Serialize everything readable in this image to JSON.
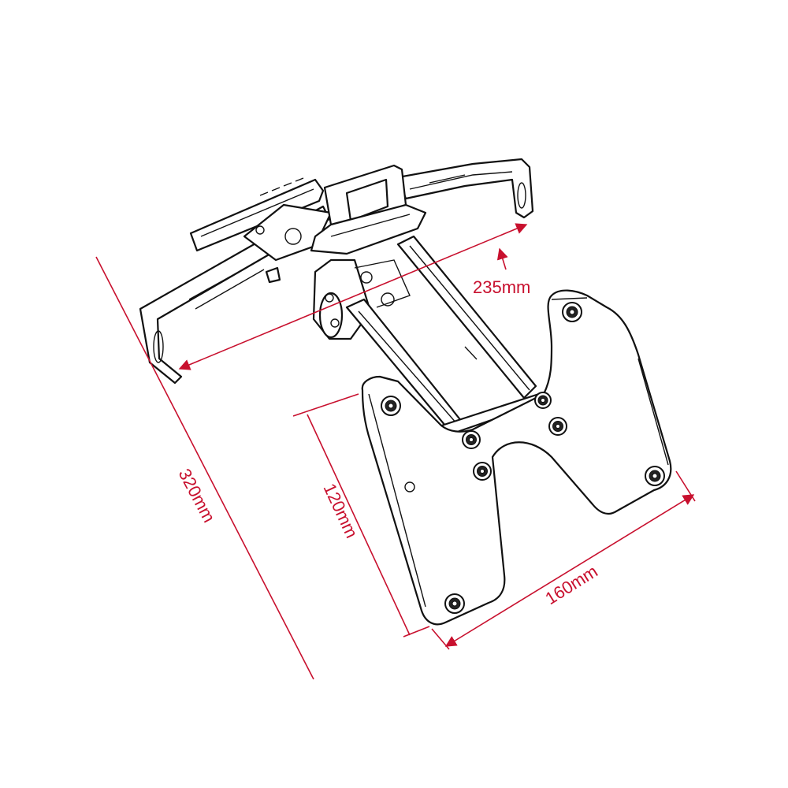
{
  "dimensions": {
    "overall_length": "320mm",
    "bracket_width": "235mm",
    "plate_height": "120mm",
    "plate_width": "160mm"
  },
  "colors": {
    "dimension": "#c8102e",
    "outline": "#111111",
    "background": "#ffffff"
  }
}
